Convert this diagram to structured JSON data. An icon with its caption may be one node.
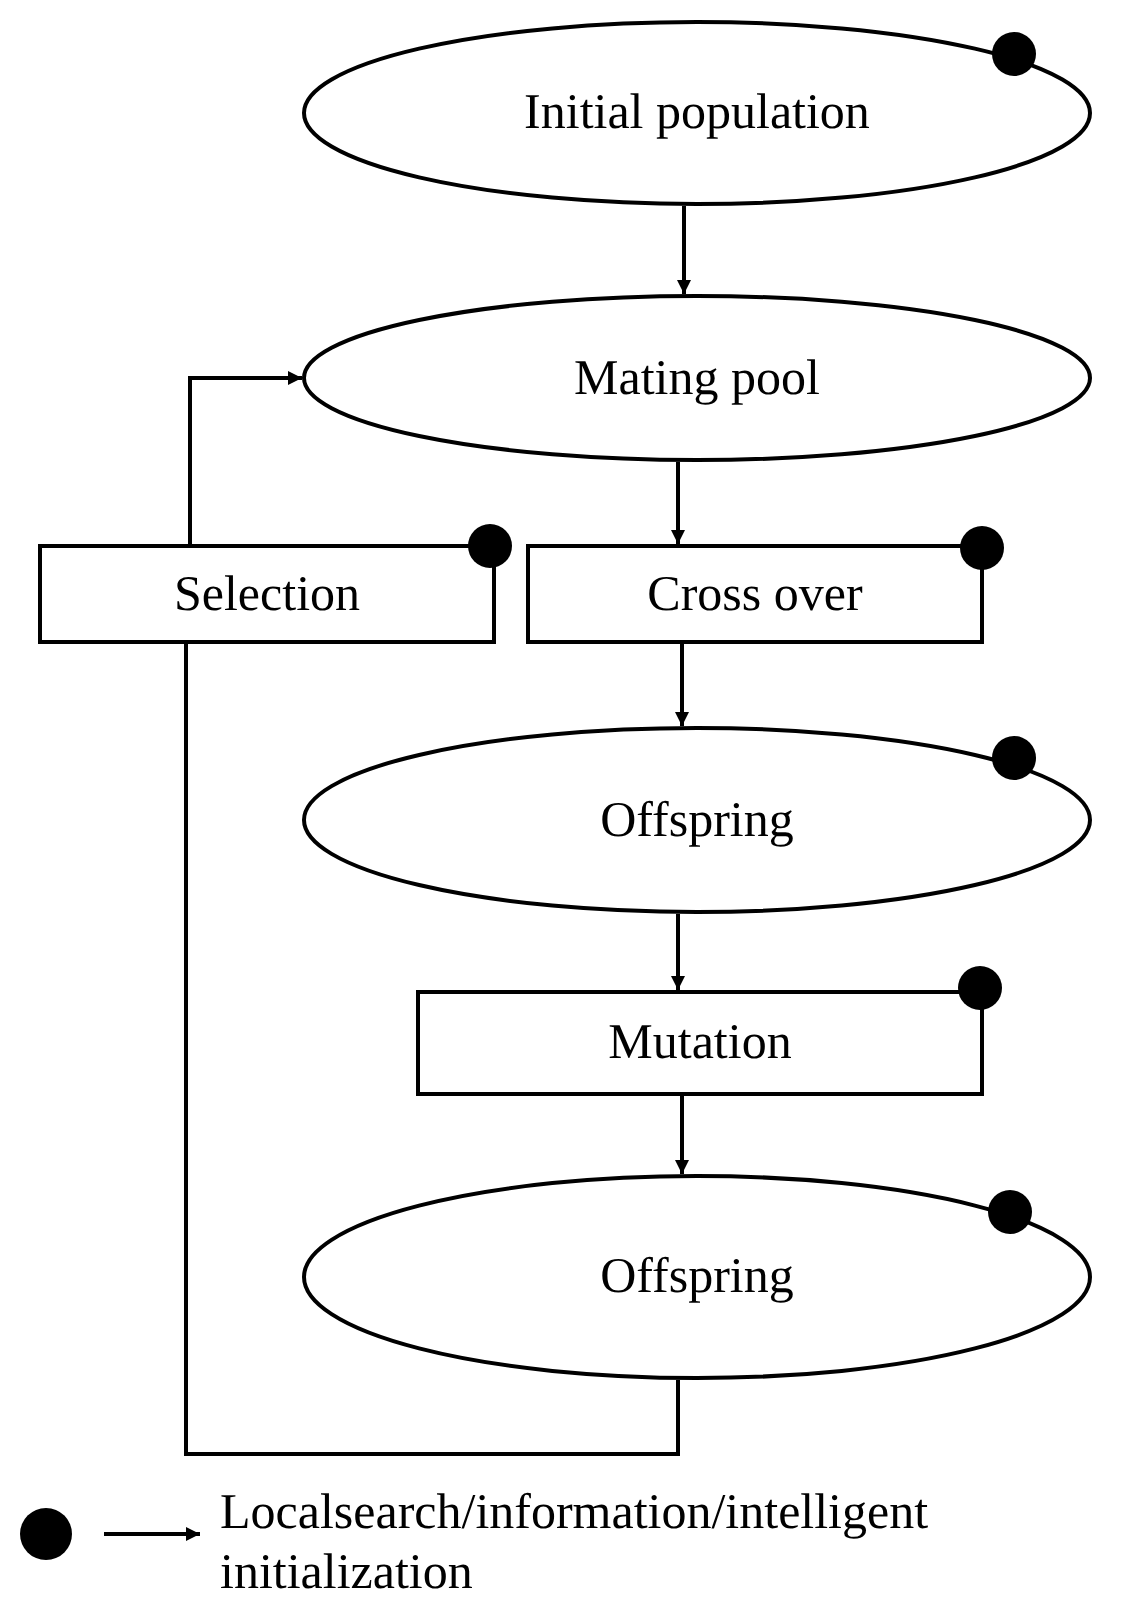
{
  "diagram": {
    "nodes": [
      {
        "text": [
          "Initial population"
        ]
      },
      {
        "text": [
          "Mating pool"
        ]
      },
      {
        "text": [
          "Selection"
        ]
      },
      {
        "text": [
          "Cross over"
        ]
      },
      {
        "text": [
          "Offspring"
        ]
      },
      {
        "text": [
          "Mutation"
        ]
      },
      {
        "text": [
          "Offspring"
        ]
      }
    ],
    "edges": [
      {
        "from": 0,
        "to": 1,
        "arrow": "to"
      },
      {
        "from": 1,
        "to": 3,
        "arrow": "to"
      },
      {
        "from": 3,
        "to": 4,
        "arrow": "to"
      },
      {
        "from": 4,
        "to": 5,
        "arrow": "to"
      },
      {
        "from": 5,
        "to": 6,
        "arrow": "to"
      },
      {
        "from": 6,
        "to": 2,
        "arrow": "none"
      },
      {
        "from": 2,
        "to": 1,
        "arrow": "to"
      }
    ],
    "legend": [
      {
        "text": "Localsearch/information/intelligent initialization"
      }
    ]
  }
}
